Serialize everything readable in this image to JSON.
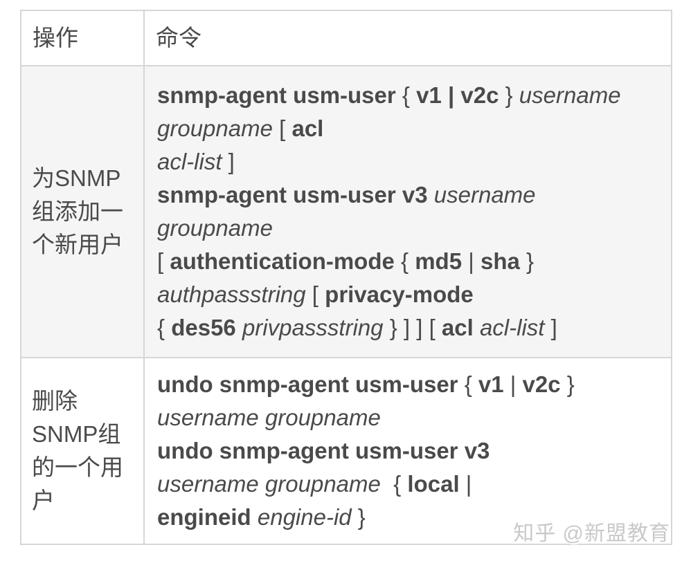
{
  "colors": {
    "border": "#d6d6d6",
    "row_alt_background": "#f5f5f5",
    "text": "#4a4a4a",
    "watermark": "#c9c9c9"
  },
  "table": {
    "headers": [
      {
        "label": "操作"
      },
      {
        "label": "命令"
      }
    ],
    "rows": [
      {
        "operation": [
          "为SNMP",
          "组添加一",
          "个新用户"
        ],
        "command": [
          [
            [
              "b",
              "snmp-agent usm-user"
            ],
            [
              "p",
              " { "
            ],
            [
              "b",
              "v1 | v2c"
            ],
            [
              "p",
              " } "
            ],
            [
              "i",
              "username"
            ]
          ],
          [
            [
              "i",
              "groupname"
            ],
            [
              "p",
              " [ "
            ],
            [
              "b",
              "acl"
            ]
          ],
          [
            [
              "i",
              "acl-list"
            ],
            [
              "p",
              " ]"
            ]
          ],
          [
            [
              "b",
              "snmp-agent usm-user v3"
            ],
            [
              "p",
              " "
            ],
            [
              "i",
              "username"
            ]
          ],
          [
            [
              "i",
              "groupname"
            ]
          ],
          [
            [
              "p",
              "[ "
            ],
            [
              "b",
              "authentication-mode"
            ],
            [
              "p",
              " { "
            ],
            [
              "b",
              "md5"
            ],
            [
              "p",
              " | "
            ],
            [
              "b",
              "sha"
            ],
            [
              "p",
              " }"
            ]
          ],
          [
            [
              "i",
              "authpassstring"
            ],
            [
              "p",
              " [ "
            ],
            [
              "b",
              "privacy-mode"
            ]
          ],
          [
            [
              "p",
              "{ "
            ],
            [
              "b",
              "des56"
            ],
            [
              "p",
              " "
            ],
            [
              "i",
              "privpassstring"
            ],
            [
              "p",
              " } ] ] [ "
            ],
            [
              "b",
              "acl"
            ],
            [
              "p",
              " "
            ],
            [
              "i",
              "acl-list"
            ],
            [
              "p",
              " ]"
            ]
          ]
        ]
      },
      {
        "operation": [
          "删除",
          "SNMP组",
          "的一个用",
          "户"
        ],
        "command": [
          [
            [
              "b",
              "undo snmp-agent usm-user"
            ],
            [
              "p",
              " { "
            ],
            [
              "b",
              "v1"
            ],
            [
              "p",
              " | "
            ],
            [
              "b",
              "v2c"
            ],
            [
              "p",
              " }"
            ]
          ],
          [
            [
              "i",
              "username groupname"
            ]
          ],
          [
            [
              "b",
              "undo snmp-agent usm-user v3"
            ]
          ],
          [
            [
              "i",
              "username groupname"
            ],
            [
              "p",
              "  { "
            ],
            [
              "b",
              "local"
            ],
            [
              "p",
              " |"
            ]
          ],
          [
            [
              "b",
              "engineid"
            ],
            [
              "p",
              " "
            ],
            [
              "i",
              "engine-id"
            ],
            [
              "p",
              " }"
            ]
          ]
        ]
      }
    ]
  },
  "watermark": {
    "text": "知乎 @新盟教育"
  }
}
